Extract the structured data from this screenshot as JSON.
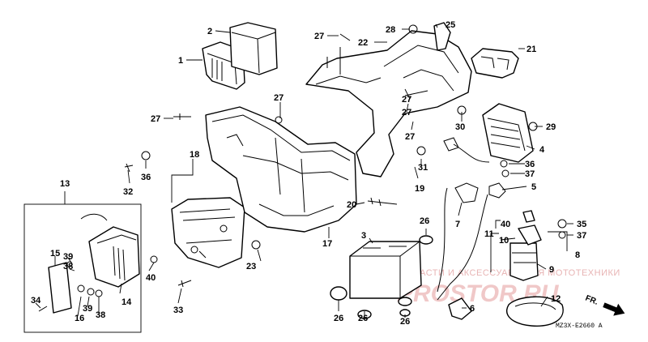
{
  "callouts": {
    "c1": "1",
    "c2": "2",
    "c3": "3",
    "c4": "4",
    "c5": "5",
    "c6": "6",
    "c7": "7",
    "c8": "8",
    "c9": "9",
    "c10": "10",
    "c11": "11",
    "c12": "12",
    "c13": "13",
    "c14": "14",
    "c15": "15",
    "c16": "16",
    "c17": "17",
    "c18": "18",
    "c19": "19",
    "c20": "20",
    "c21": "21",
    "c22": "22",
    "c23": "23",
    "c25": "25",
    "c26": "26",
    "c27": "27",
    "c28": "28",
    "c29": "29",
    "c30": "30",
    "c31": "31",
    "c32": "32",
    "c33": "33",
    "c34": "34",
    "c35": "35",
    "c36": "36",
    "c37": "37",
    "c38": "38",
    "c39": "39",
    "c40": "40"
  },
  "direction_label": "FR.",
  "diagram_code": "MZ3X-E2660 A",
  "watermark": {
    "line1": "ЗАПЧАСТИ И АКСЕССУАРЫ ДЛЯ МОТОТЕХНИКИ",
    "line2": "PROSTOR.RU"
  }
}
